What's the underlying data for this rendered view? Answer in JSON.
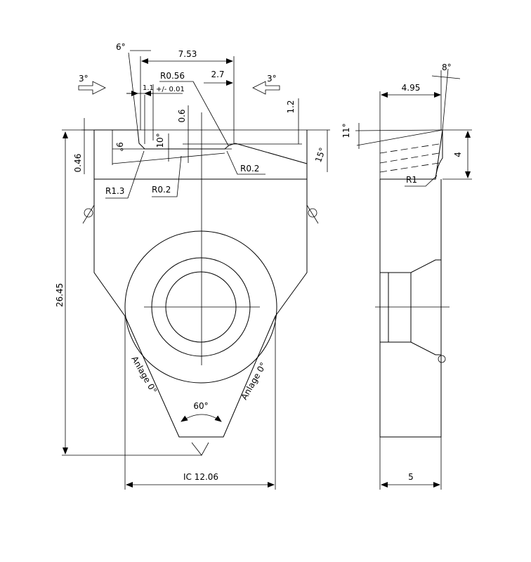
{
  "drawing": {
    "background": "#ffffff",
    "line_color": "#000000",
    "front_view": {
      "dim_angle_6": "6°",
      "dim_7_53": "7.53",
      "dim_r0_56": "R0.56",
      "dim_2_7": "2.7",
      "arrow_label_left": "3°",
      "arrow_label_right": "3°",
      "dim_1_1": "1.1",
      "dim_tol": "+/- 0.01",
      "dim_0_6": "0.6",
      "dim_1_2": "1.2",
      "dim_angle_11": "11°",
      "dim_9": "9°",
      "dim_10": "10°",
      "dim_0_46": "0.46",
      "dim_r0_2_right": "R0.2",
      "dim_15": "15°",
      "dim_r1_3": "R1.3",
      "dim_r0_2_left": "R0.2",
      "dim_26_45": "26.45",
      "text_anlage_left": "Anlage 0°",
      "text_anlage_right": "Anlage 0°",
      "dim_60": "60°",
      "dim_ic": "IC 12.06"
    },
    "side_view": {
      "dim_8": "8°",
      "dim_4_95": "4.95",
      "dim_4": "4",
      "dim_r1": "R1",
      "dim_5": "5"
    }
  }
}
